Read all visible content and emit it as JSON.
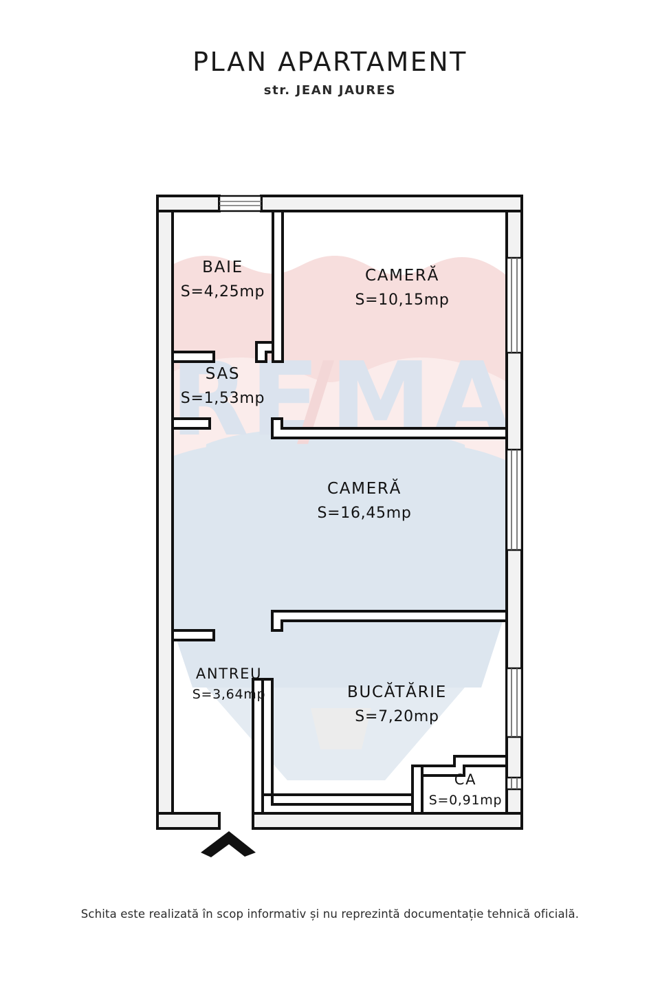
{
  "header": {
    "title": "PLAN APARTAMENT",
    "subtitle": "str. JEAN JAURES"
  },
  "plan": {
    "rooms": [
      {
        "id": "baie",
        "name": "BAIE",
        "area": "S=4,25mp"
      },
      {
        "id": "camera1",
        "name": "CAMERĂ",
        "area": "S=10,15mp"
      },
      {
        "id": "sas",
        "name": "SAS",
        "area": "S=1,53mp"
      },
      {
        "id": "camera2",
        "name": "CAMERĂ",
        "area": "S=16,45mp"
      },
      {
        "id": "antreu",
        "name": "ANTREU",
        "area": "S=3,64mp"
      },
      {
        "id": "bucatarie",
        "name": "BUCĂTĂRIE",
        "area": "S=7,20mp"
      },
      {
        "id": "ca",
        "name": "CA",
        "area": "S=0,91mp"
      }
    ],
    "colors": {
      "wall_stroke": "#111111",
      "wall_fill": "#f2f2f2",
      "background": "#ffffff",
      "watermark_pink": "#f6dcdc",
      "watermark_blue": "#dde5ee",
      "watermark_gray": "#eeeeee",
      "entrance_arrow": "#111111"
    },
    "entrance_marker": "entrance-arrow"
  },
  "footer": {
    "note": "Schita este realizată în scop informativ și nu reprezintă documentație tehnică oficială."
  }
}
